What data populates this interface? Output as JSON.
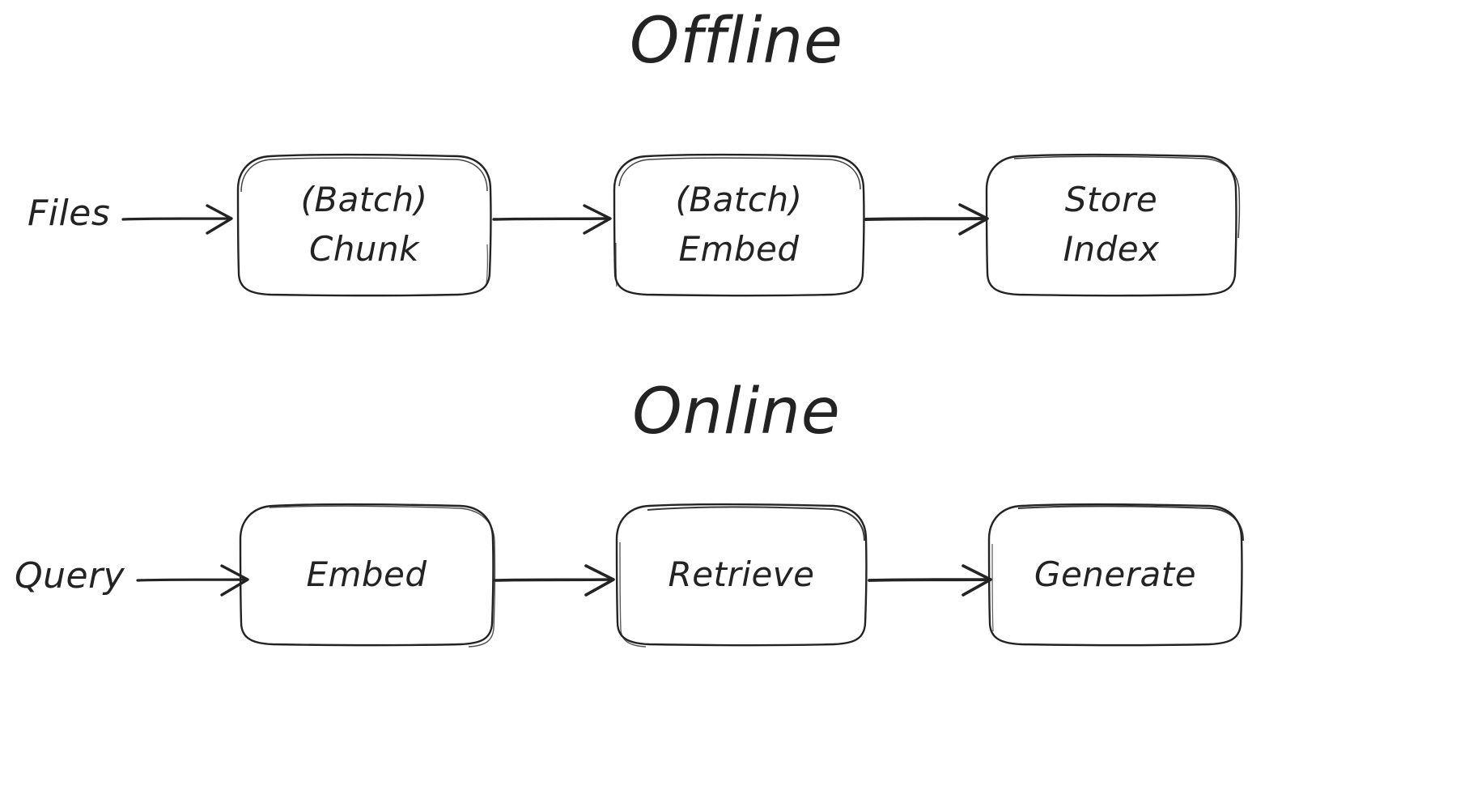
{
  "diagram": {
    "title_offline": "Offline",
    "title_online": "Online",
    "background_color": "#ffffff",
    "stroke_color": "#232323",
    "style": "hand-drawn"
  },
  "offline": {
    "heading": "Offline",
    "input_label": "Files",
    "nodes": [
      {
        "id": "batch-chunk",
        "line1": "(Batch)",
        "line2": "Chunk"
      },
      {
        "id": "batch-embed",
        "line1": "(Batch)",
        "line2": "Embed"
      },
      {
        "id": "store-index",
        "line1": "Store",
        "line2": "Index"
      }
    ],
    "edges": [
      {
        "from": "Files",
        "to": "(Batch) Chunk"
      },
      {
        "from": "(Batch) Chunk",
        "to": "(Batch) Embed"
      },
      {
        "from": "(Batch) Embed",
        "to": "Store Index"
      }
    ]
  },
  "online": {
    "heading": "Online",
    "input_label": "Query",
    "nodes": [
      {
        "id": "embed",
        "line1": "Embed",
        "line2": ""
      },
      {
        "id": "retrieve",
        "line1": "Retrieve",
        "line2": ""
      },
      {
        "id": "generate",
        "line1": "Generate",
        "line2": ""
      }
    ],
    "edges": [
      {
        "from": "Query",
        "to": "Embed"
      },
      {
        "from": "Embed",
        "to": "Retrieve"
      },
      {
        "from": "Retrieve",
        "to": "Generate"
      }
    ]
  }
}
